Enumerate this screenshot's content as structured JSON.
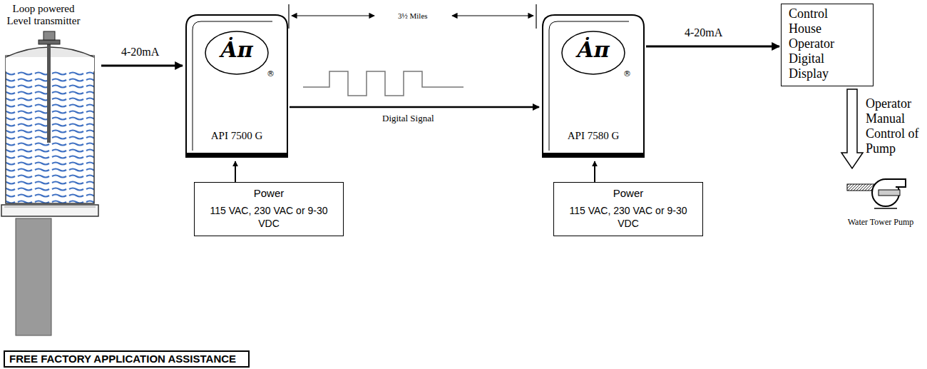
{
  "diagram": {
    "nodes": [
      {
        "text": [
          "Loop powered Level transmitter"
        ]
      },
      {
        "text": [
          "Ȧπ",
          "®",
          "API 7500 G"
        ]
      },
      {
        "text": [
          "Ȧπ",
          "®",
          "API 7580 G"
        ]
      },
      {
        "text": [
          "Control House Operator Digital Display"
        ]
      },
      {
        "text": [
          "Power",
          "115 VAC, 230 VAC or 9-30 VDC"
        ]
      },
      {
        "text": [
          "Power",
          "115 VAC, 230 VAC or 9-30 VDC"
        ]
      },
      {
        "text": [
          "FREE FACTORY APPLICATION ASSISTANCE"
        ]
      },
      {
        "text": [
          "Water Tower Pump"
        ]
      }
    ],
    "edges": [
      {
        "from": 0,
        "to": 1,
        "arrow": "to",
        "label": "4-20mA"
      },
      {
        "from": 1,
        "to": 2,
        "arrow": "to",
        "label": "Digital Signal"
      },
      {
        "from": 2,
        "to": 3,
        "arrow": "to",
        "label": "4-20mA"
      },
      {
        "from": 4,
        "to": 1,
        "arrow": "to"
      },
      {
        "from": 5,
        "to": 2,
        "arrow": "to"
      },
      {
        "from": 3,
        "to": 7,
        "arrow": "to",
        "label": "Operator Manual Control of Pump"
      }
    ],
    "labels": [
      "3½ Miles"
    ]
  }
}
